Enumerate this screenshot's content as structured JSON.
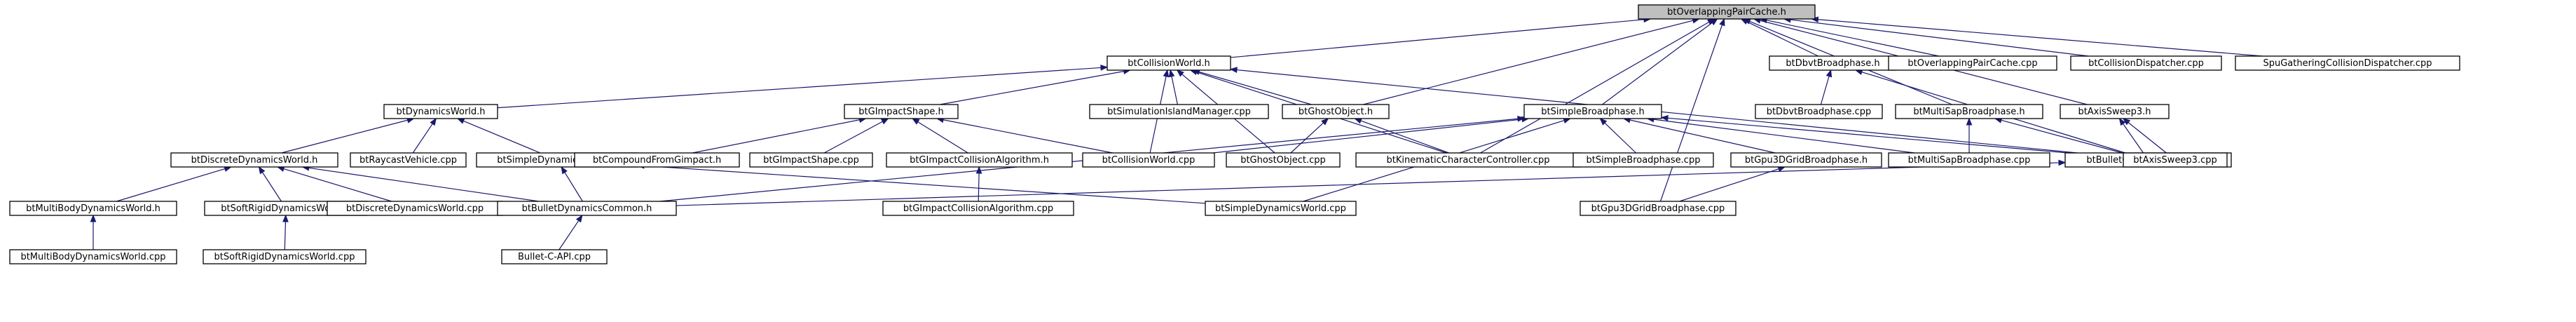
{
  "diagram": {
    "type": "include-dependency-graph",
    "root": "btOverlappingPairCache.h",
    "nodes": [
      {
        "id": "n_root",
        "label": "btOverlappingPairCache.h"
      },
      {
        "id": "n_cw_h",
        "label": "btCollisionWorld.h"
      },
      {
        "id": "n_dbvt_h",
        "label": "btDbvtBroadphase.h"
      },
      {
        "id": "n_opc_cpp",
        "label": "btOverlappingPairCache.cpp"
      },
      {
        "id": "n_cd_cpp",
        "label": "btCollisionDispatcher.cpp"
      },
      {
        "id": "n_spu_cpp",
        "label": "SpuGatheringCollisionDispatcher.cpp"
      },
      {
        "id": "n_dw_h",
        "label": "btDynamicsWorld.h"
      },
      {
        "id": "n_gis_h",
        "label": "btGImpactShape.h"
      },
      {
        "id": "n_sim_cpp",
        "label": "btSimulationIslandManager.cpp"
      },
      {
        "id": "n_go_h",
        "label": "btGhostObject.h"
      },
      {
        "id": "n_sb_h",
        "label": "btSimpleBroadphase.h"
      },
      {
        "id": "n_dbvt_cpp",
        "label": "btDbvtBroadphase.cpp"
      },
      {
        "id": "n_msb_h",
        "label": "btMultiSapBroadphase.h"
      },
      {
        "id": "n_as3_h",
        "label": "btAxisSweep3.h"
      },
      {
        "id": "n_ddw_h",
        "label": "btDiscreteDynamicsWorld.h"
      },
      {
        "id": "n_rv_cpp",
        "label": "btRaycastVehicle.cpp"
      },
      {
        "id": "n_sdw_h",
        "label": "btSimpleDynamicsWorld.h"
      },
      {
        "id": "n_cfg_cpp",
        "label": "btCompoundFromGimpact.h"
      },
      {
        "id": "n_gis_cpp",
        "label": "btGImpactShape.cpp"
      },
      {
        "id": "n_gica_h",
        "label": "btGImpactCollisionAlgorithm.h"
      },
      {
        "id": "n_cw_cpp",
        "label": "btCollisionWorld.cpp"
      },
      {
        "id": "n_go_cpp",
        "label": "btGhostObject.cpp"
      },
      {
        "id": "n_kcc_cpp",
        "label": "btKinematicCharacterController.cpp"
      },
      {
        "id": "n_sb_cpp",
        "label": "btSimpleBroadphase.cpp"
      },
      {
        "id": "n_gpu_h",
        "label": "btGpu3DGridBroadphase.h"
      },
      {
        "id": "n_msb_cpp",
        "label": "btMultiSapBroadphase.cpp"
      },
      {
        "id": "n_bcc_cpp",
        "label": "btBulletCollisionCommon.h"
      },
      {
        "id": "n_as3_cpp",
        "label": "btAxisSweep3.cpp"
      },
      {
        "id": "n_mbdw_h",
        "label": "btMultiBodyDynamicsWorld.h"
      },
      {
        "id": "n_srdw_h",
        "label": "btSoftRigidDynamicsWorld.h"
      },
      {
        "id": "n_ddw_cpp",
        "label": "btDiscreteDynamicsWorld.cpp"
      },
      {
        "id": "n_bdc_h",
        "label": "btBulletDynamicsCommon.h"
      },
      {
        "id": "n_gica_cpp",
        "label": "btGImpactCollisionAlgorithm.cpp"
      },
      {
        "id": "n_sdw_cpp",
        "label": "btSimpleDynamicsWorld.cpp"
      },
      {
        "id": "n_gpu_cpp",
        "label": "btGpu3DGridBroadphase.cpp"
      },
      {
        "id": "n_mbdw_cpp",
        "label": "btMultiBodyDynamicsWorld.cpp"
      },
      {
        "id": "n_srdw_cpp",
        "label": "btSoftRigidDynamicsWorld.cpp"
      },
      {
        "id": "n_capi_cpp",
        "label": "Bullet-C-API.cpp"
      }
    ],
    "edges": [
      [
        "n_root",
        "n_cw_h"
      ],
      [
        "n_root",
        "n_dbvt_h"
      ],
      [
        "n_root",
        "n_opc_cpp"
      ],
      [
        "n_root",
        "n_cd_cpp"
      ],
      [
        "n_root",
        "n_spu_cpp"
      ],
      [
        "n_root",
        "n_go_h"
      ],
      [
        "n_root",
        "n_sb_h"
      ],
      [
        "n_root",
        "n_msb_h"
      ],
      [
        "n_root",
        "n_as3_h"
      ],
      [
        "n_root",
        "n_kcc_cpp"
      ],
      [
        "n_root",
        "n_gpu_cpp"
      ],
      [
        "n_cw_h",
        "n_dw_h"
      ],
      [
        "n_cw_h",
        "n_gis_h"
      ],
      [
        "n_cw_h",
        "n_sim_cpp"
      ],
      [
        "n_cw_h",
        "n_go_h"
      ],
      [
        "n_cw_h",
        "n_cw_cpp"
      ],
      [
        "n_cw_h",
        "n_go_cpp"
      ],
      [
        "n_cw_h",
        "n_kcc_cpp"
      ],
      [
        "n_cw_h",
        "n_bcc_cpp"
      ],
      [
        "n_dbvt_h",
        "n_dbvt_cpp"
      ],
      [
        "n_dbvt_h",
        "n_bcc_cpp"
      ],
      [
        "n_dw_h",
        "n_ddw_h"
      ],
      [
        "n_dw_h",
        "n_rv_cpp"
      ],
      [
        "n_dw_h",
        "n_sdw_h"
      ],
      [
        "n_gis_h",
        "n_cfg_cpp"
      ],
      [
        "n_gis_h",
        "n_gis_cpp"
      ],
      [
        "n_gis_h",
        "n_gica_h"
      ],
      [
        "n_gis_h",
        "n_cw_cpp"
      ],
      [
        "n_go_h",
        "n_go_cpp"
      ],
      [
        "n_go_h",
        "n_kcc_cpp"
      ],
      [
        "n_sb_h",
        "n_cw_cpp"
      ],
      [
        "n_sb_h",
        "n_sb_cpp"
      ],
      [
        "n_sb_h",
        "n_gpu_h"
      ],
      [
        "n_sb_h",
        "n_msb_cpp"
      ],
      [
        "n_sb_h",
        "n_bcc_cpp"
      ],
      [
        "n_sb_h",
        "n_sdw_cpp"
      ],
      [
        "n_sb_h",
        "n_bdc_h"
      ],
      [
        "n_msb_h",
        "n_msb_cpp"
      ],
      [
        "n_msb_h",
        "n_bcc_cpp"
      ],
      [
        "n_as3_h",
        "n_bcc_cpp"
      ],
      [
        "n_as3_h",
        "n_as3_cpp"
      ],
      [
        "n_ddw_h",
        "n_mbdw_h"
      ],
      [
        "n_ddw_h",
        "n_srdw_h"
      ],
      [
        "n_ddw_h",
        "n_ddw_cpp"
      ],
      [
        "n_ddw_h",
        "n_bdc_h"
      ],
      [
        "n_sdw_h",
        "n_bdc_h"
      ],
      [
        "n_sdw_h",
        "n_sdw_cpp"
      ],
      [
        "n_gica_h",
        "n_gica_cpp"
      ],
      [
        "n_gpu_h",
        "n_gpu_cpp"
      ],
      [
        "n_bcc_cpp",
        "n_bdc_h"
      ],
      [
        "n_mbdw_h",
        "n_mbdw_cpp"
      ],
      [
        "n_srdw_h",
        "n_srdw_cpp"
      ],
      [
        "n_bdc_h",
        "n_capi_cpp"
      ]
    ]
  }
}
